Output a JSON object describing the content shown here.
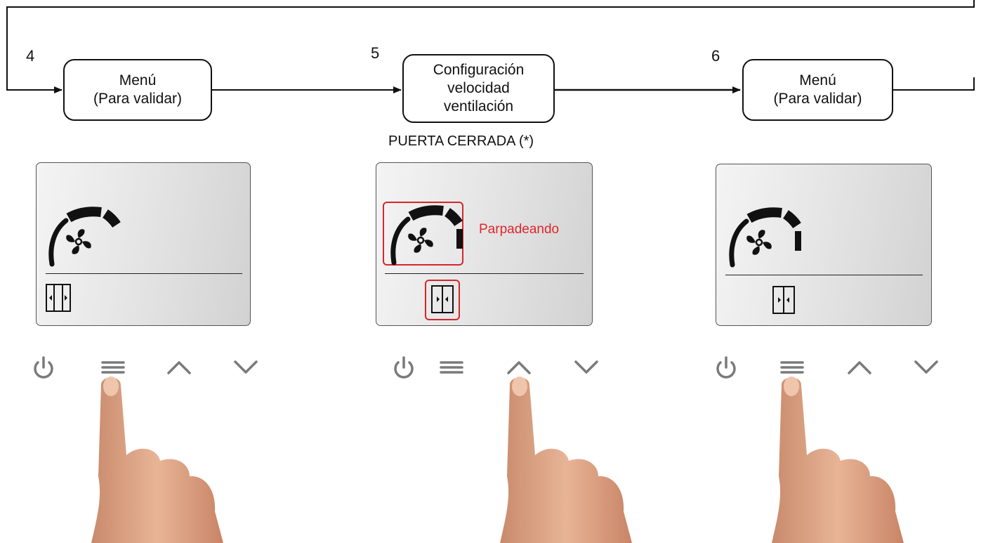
{
  "steps": [
    {
      "number": "4",
      "box_lines": [
        "Menú",
        "(Para validar)"
      ]
    },
    {
      "number": "5",
      "box_lines": [
        "Configuración",
        "velocidad",
        "ventilación"
      ],
      "note": "PUERTA CERRADA (*)",
      "blink_label": "Parpadeando"
    },
    {
      "number": "6",
      "box_lines": [
        "Menú",
        "(Para validar)"
      ]
    }
  ],
  "panel_buttons": [
    "power-icon",
    "menu-icon",
    "up-arrow-icon",
    "down-arrow-icon"
  ],
  "pressed_buttons": [
    "menu-icon",
    "up-arrow-icon",
    "menu-icon"
  ],
  "colors": {
    "line": "#111111",
    "highlight": "#d6262b",
    "blink_text": "#e0262b",
    "button": "#7a7a7a",
    "skin": "#e2aa8c"
  }
}
